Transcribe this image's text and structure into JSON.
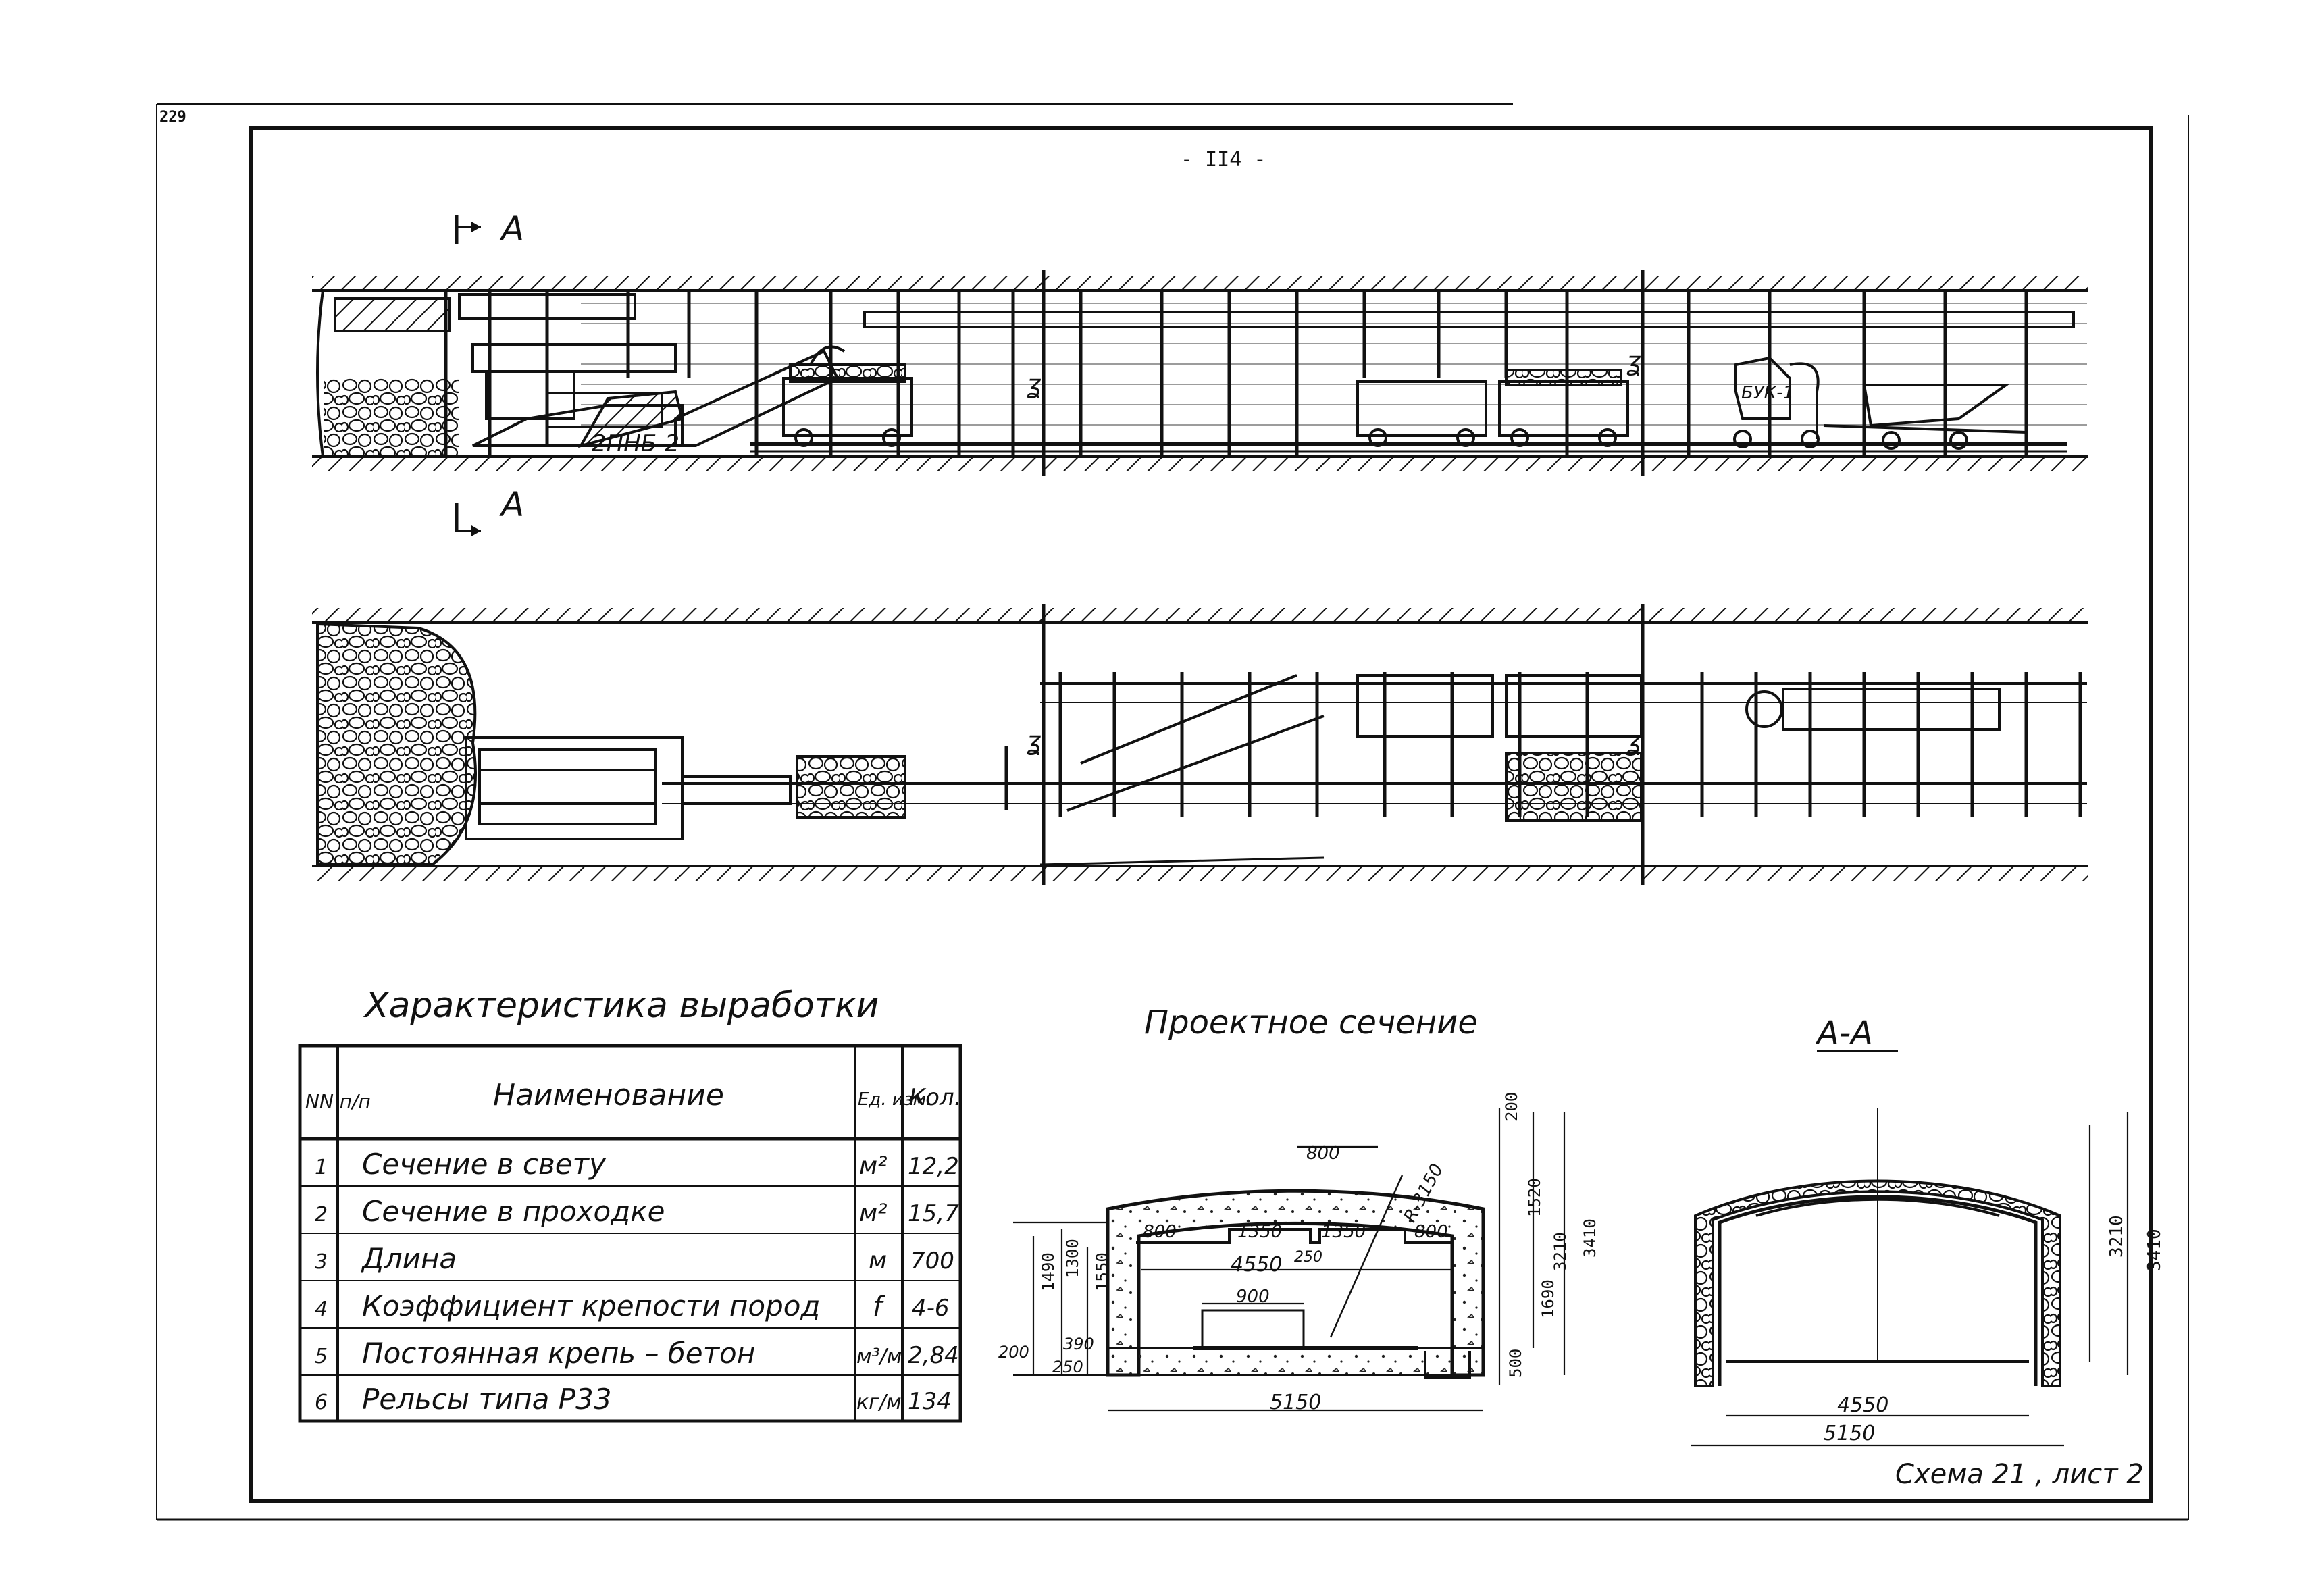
{
  "page_number": "229",
  "sheet_number": "- II4 -",
  "section_marker": "A",
  "machine_labels": {
    "loader": "2ПНБ-2",
    "concrete_machine": "БУК-1"
  },
  "break_mark": "ʓ",
  "characteristics": {
    "title": "Характеристика выработки",
    "headers": {
      "num": "NN п/п",
      "name": "Наименование",
      "unit": "Ед. изм.",
      "qty": "Кол."
    },
    "rows": [
      {
        "num": "1",
        "name": "Сечение в свету",
        "unit": "м²",
        "qty": "12,2"
      },
      {
        "num": "2",
        "name": "Сечение в проходке",
        "unit": "м²",
        "qty": "15,7"
      },
      {
        "num": "3",
        "name": "Длина",
        "unit": "м",
        "qty": "700"
      },
      {
        "num": "4",
        "name": "Коэффициент крепости пород",
        "unit": "f",
        "qty": "4-6"
      },
      {
        "num": "5",
        "name": "Постоянная крепь – бетон",
        "unit": "м³/м",
        "qty": "2,84"
      },
      {
        "num": "6",
        "name": "Рельсы типа Р33",
        "unit": "кг/м",
        "qty": "134"
      }
    ]
  },
  "design_section": {
    "title": "Проектное сечение",
    "dims": {
      "d200_top": "200",
      "d1520": "1520",
      "d3410": "3410",
      "d3210": "3210",
      "d1690": "1690",
      "d500": "500",
      "r3150": "R-3150",
      "d800a": "800",
      "d800b": "800",
      "d800c": "800",
      "d1350a": "1350",
      "d1350b": "1350",
      "d250a": "250",
      "d4550": "4550",
      "d900": "900",
      "d1490": "1490",
      "d1300": "1300",
      "d1550": "1550",
      "d200_left": "200",
      "d390": "390",
      "d250b": "250",
      "d5150": "5150"
    }
  },
  "section_aa": {
    "title": "А-А",
    "dims": {
      "d3210": "3210",
      "d3410": "3410",
      "d4550": "4550",
      "d5150": "5150"
    }
  },
  "scheme_caption": "Схема 21 , лист 2"
}
